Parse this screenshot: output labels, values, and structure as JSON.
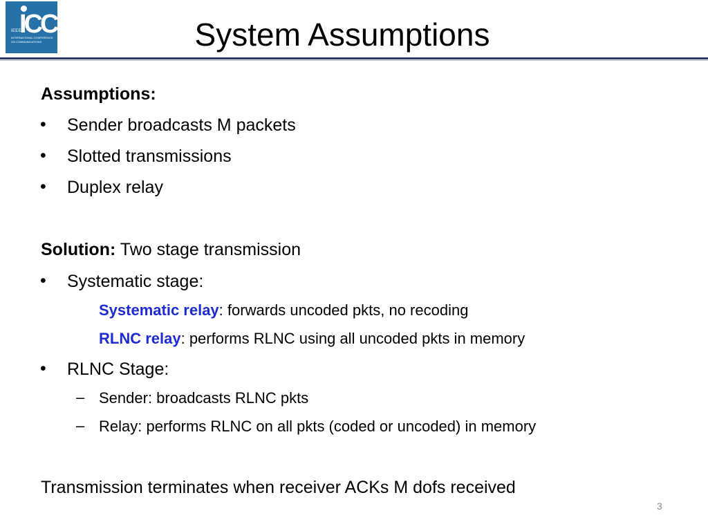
{
  "logo": {
    "org": "IEEE",
    "mark": "ICC",
    "line1": "INTERNATIONAL CONFERENCE",
    "line2": "ON COMMUNICATIONS",
    "color": "#2672a8"
  },
  "title": "System Assumptions",
  "assumptions": {
    "heading": "Assumptions:",
    "items": [
      "Sender broadcasts M packets",
      "Slotted transmissions",
      "Duplex relay"
    ]
  },
  "solution": {
    "heading": "Solution:",
    "text": " Two stage transmission",
    "stages": [
      {
        "label": "Systematic stage:",
        "subitems": [
          {
            "term": "Systematic relay",
            "desc": ": forwards uncoded pkts, no recoding"
          },
          {
            "term": "RLNC relay",
            "desc": ": performs RLNC using all uncoded pkts in memory"
          }
        ]
      },
      {
        "label": "RLNC Stage:",
        "subitems": [
          {
            "text": "Sender: broadcasts RLNC pkts"
          },
          {
            "text": "Relay: performs RLNC on all pkts (coded or uncoded) in memory"
          }
        ]
      }
    ]
  },
  "conclusion": "Transmission terminates when receiver ACKs M dofs received",
  "page_number": "3",
  "bullet_glyph": "•",
  "dash_glyph": "–",
  "accent_color": "#1d2bd0"
}
